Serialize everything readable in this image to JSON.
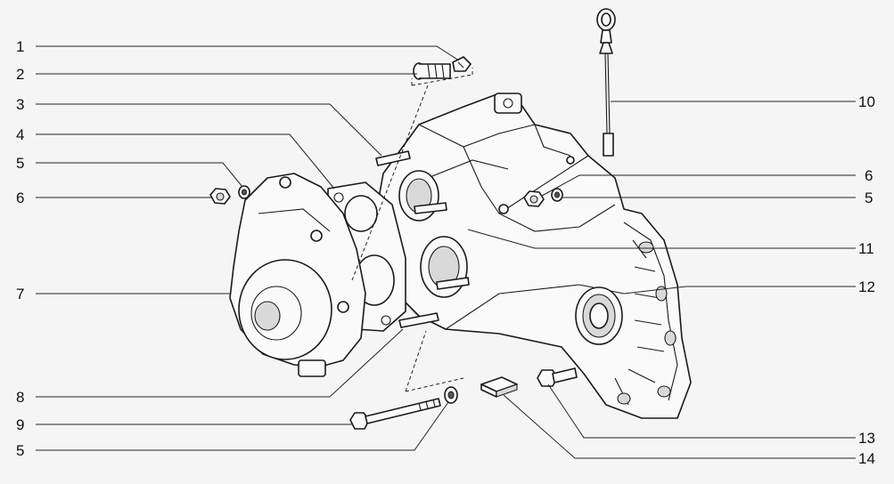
{
  "callouts": {
    "left": [
      {
        "id": "c1",
        "text": "1"
      },
      {
        "id": "c2",
        "text": "2"
      },
      {
        "id": "c3",
        "text": "3"
      },
      {
        "id": "c4",
        "text": "4"
      },
      {
        "id": "c5",
        "text": "5"
      },
      {
        "id": "c6",
        "text": "6"
      },
      {
        "id": "c7",
        "text": "7"
      },
      {
        "id": "c8",
        "text": "8"
      },
      {
        "id": "c9",
        "text": "9"
      },
      {
        "id": "c5b",
        "text": "5"
      }
    ],
    "right": [
      {
        "id": "c10",
        "text": "10"
      },
      {
        "id": "c6r",
        "text": "6"
      },
      {
        "id": "c5r",
        "text": "5"
      },
      {
        "id": "c11",
        "text": "11"
      },
      {
        "id": "c12",
        "text": "12"
      },
      {
        "id": "c13",
        "text": "13"
      },
      {
        "id": "c14",
        "text": "14"
      }
    ]
  },
  "colors": {
    "background": "#f5f5f5",
    "line": "#1a1a1a",
    "watermark": "#cfcfcf"
  }
}
